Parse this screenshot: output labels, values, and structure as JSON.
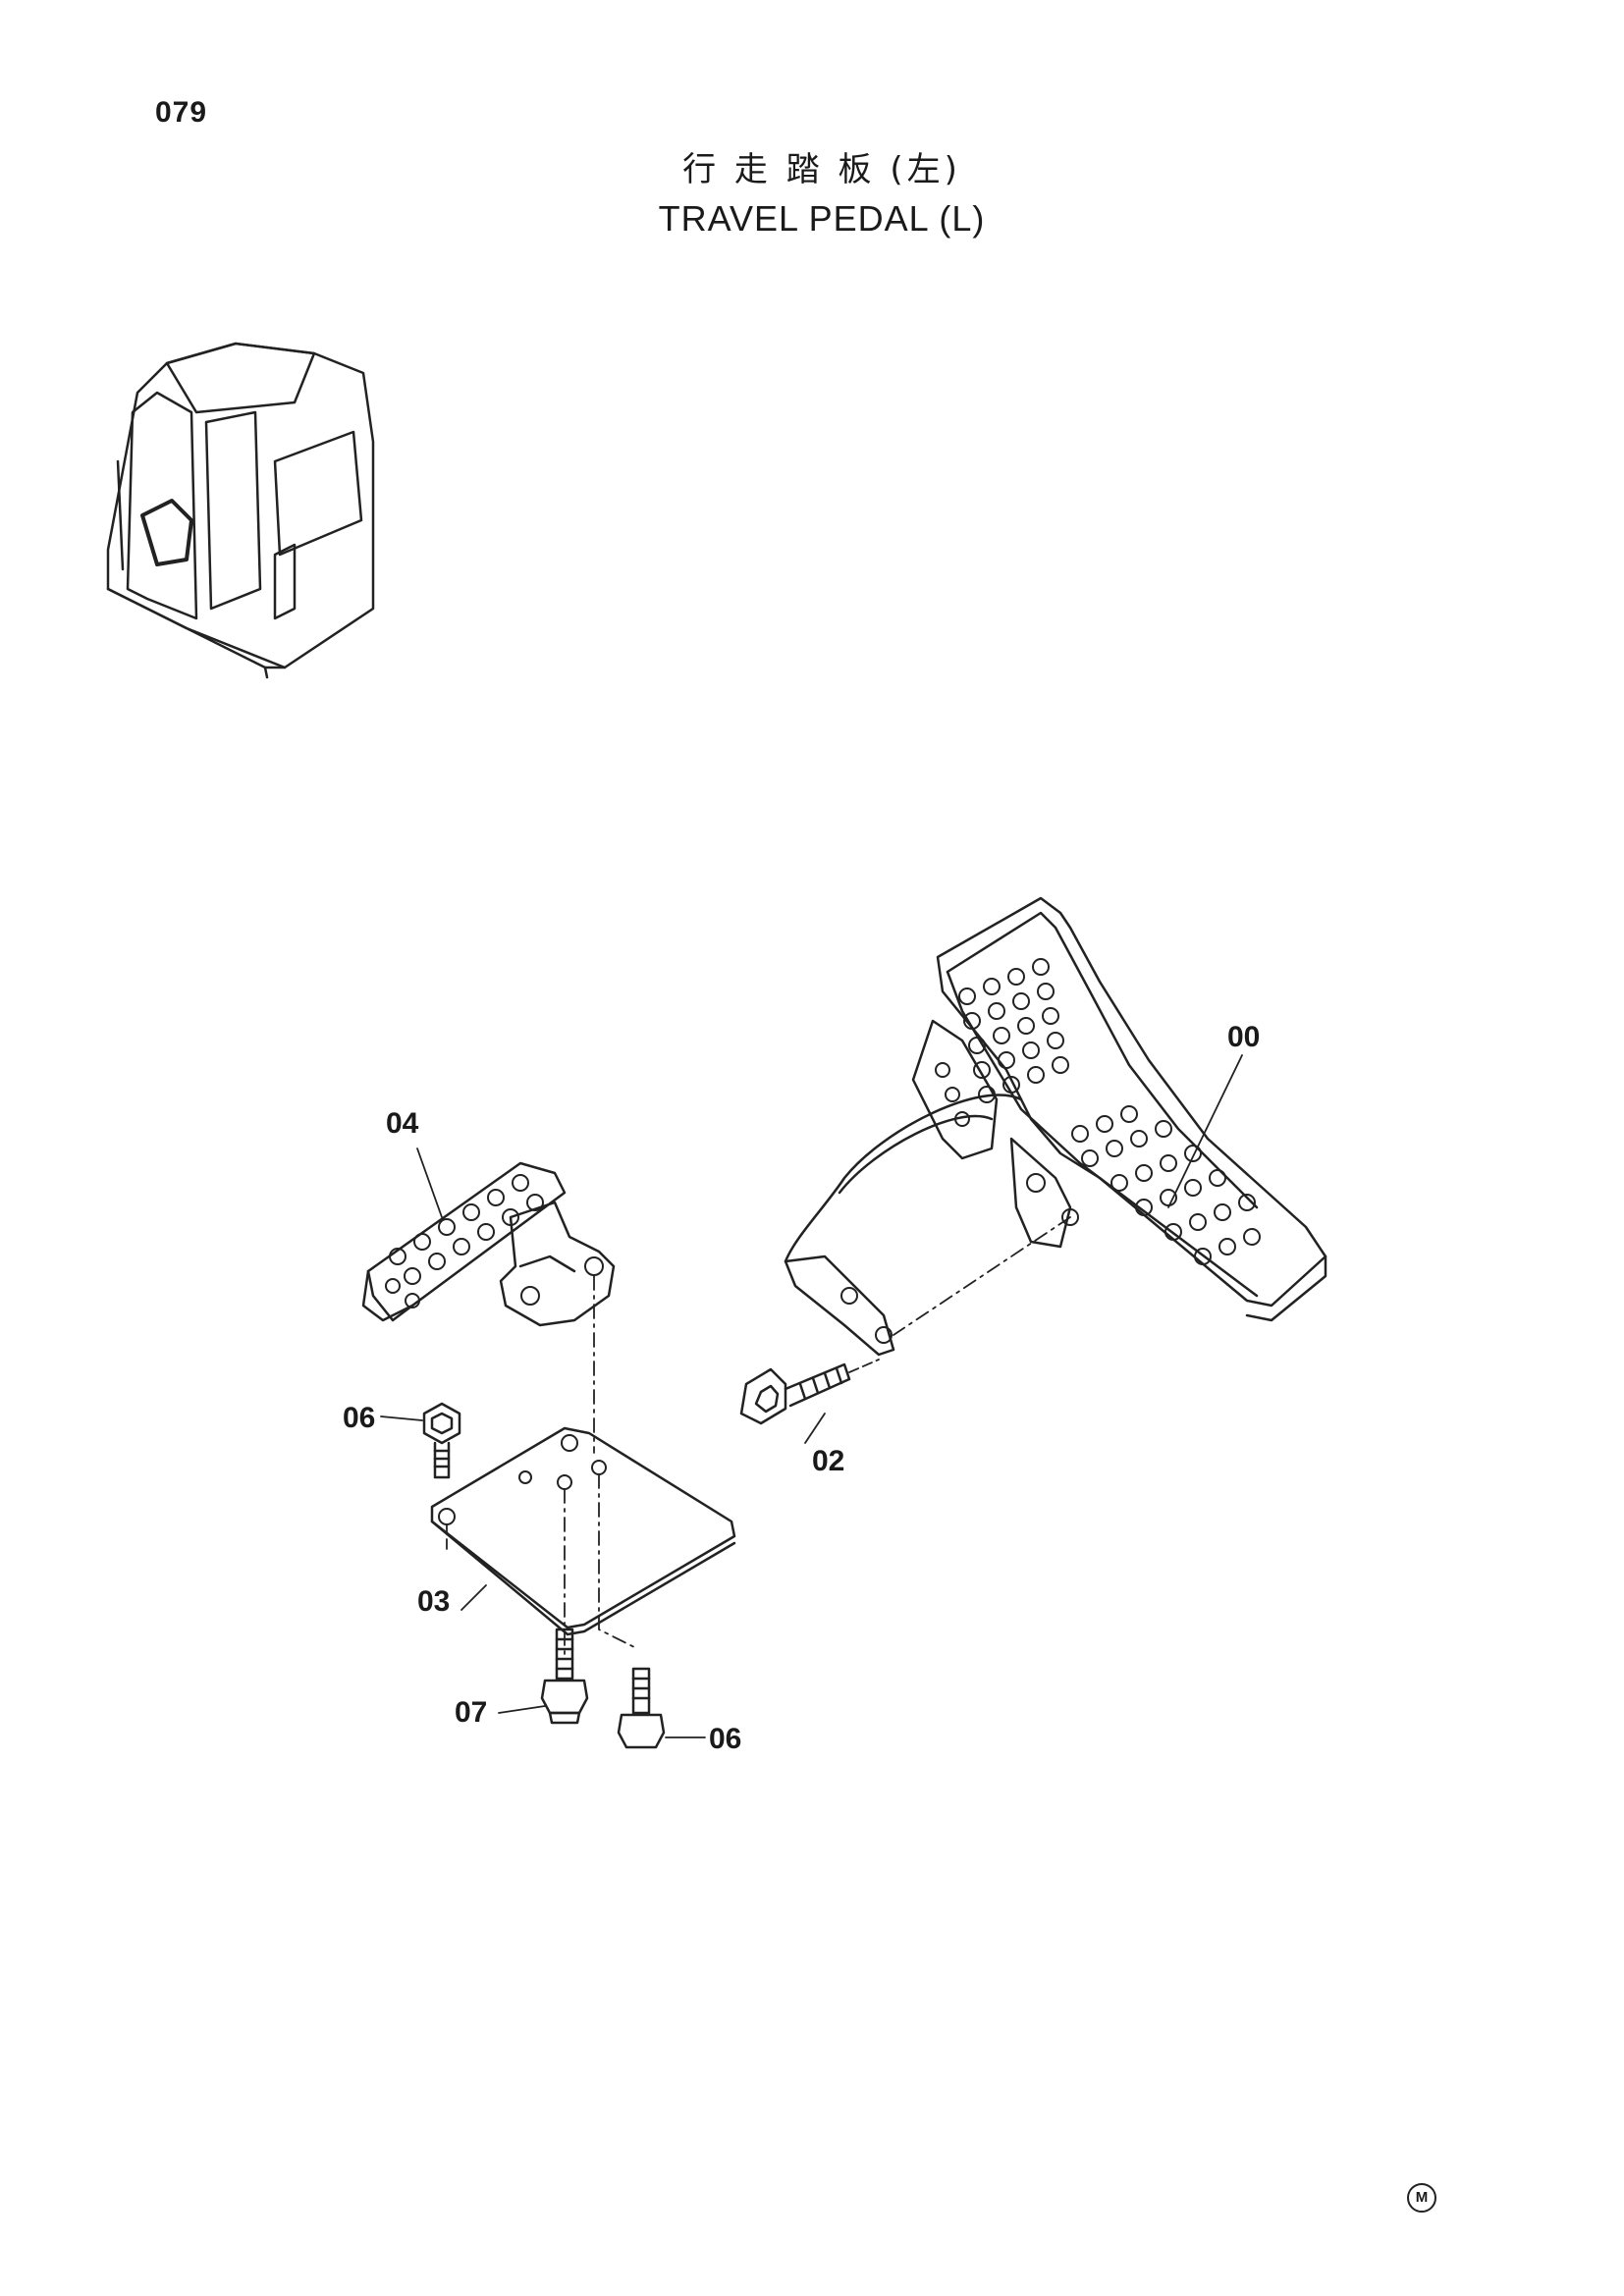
{
  "page": {
    "number": "079"
  },
  "title": {
    "chinese": "行 走 踏 板 (左)",
    "english": "TRAVEL PEDAL (L)"
  },
  "callouts": {
    "c00": "00",
    "c02": "02",
    "c03": "03",
    "c04": "04",
    "c06a": "06",
    "c06b": "06",
    "c07": "07"
  },
  "footer": {
    "mark": "M"
  }
}
